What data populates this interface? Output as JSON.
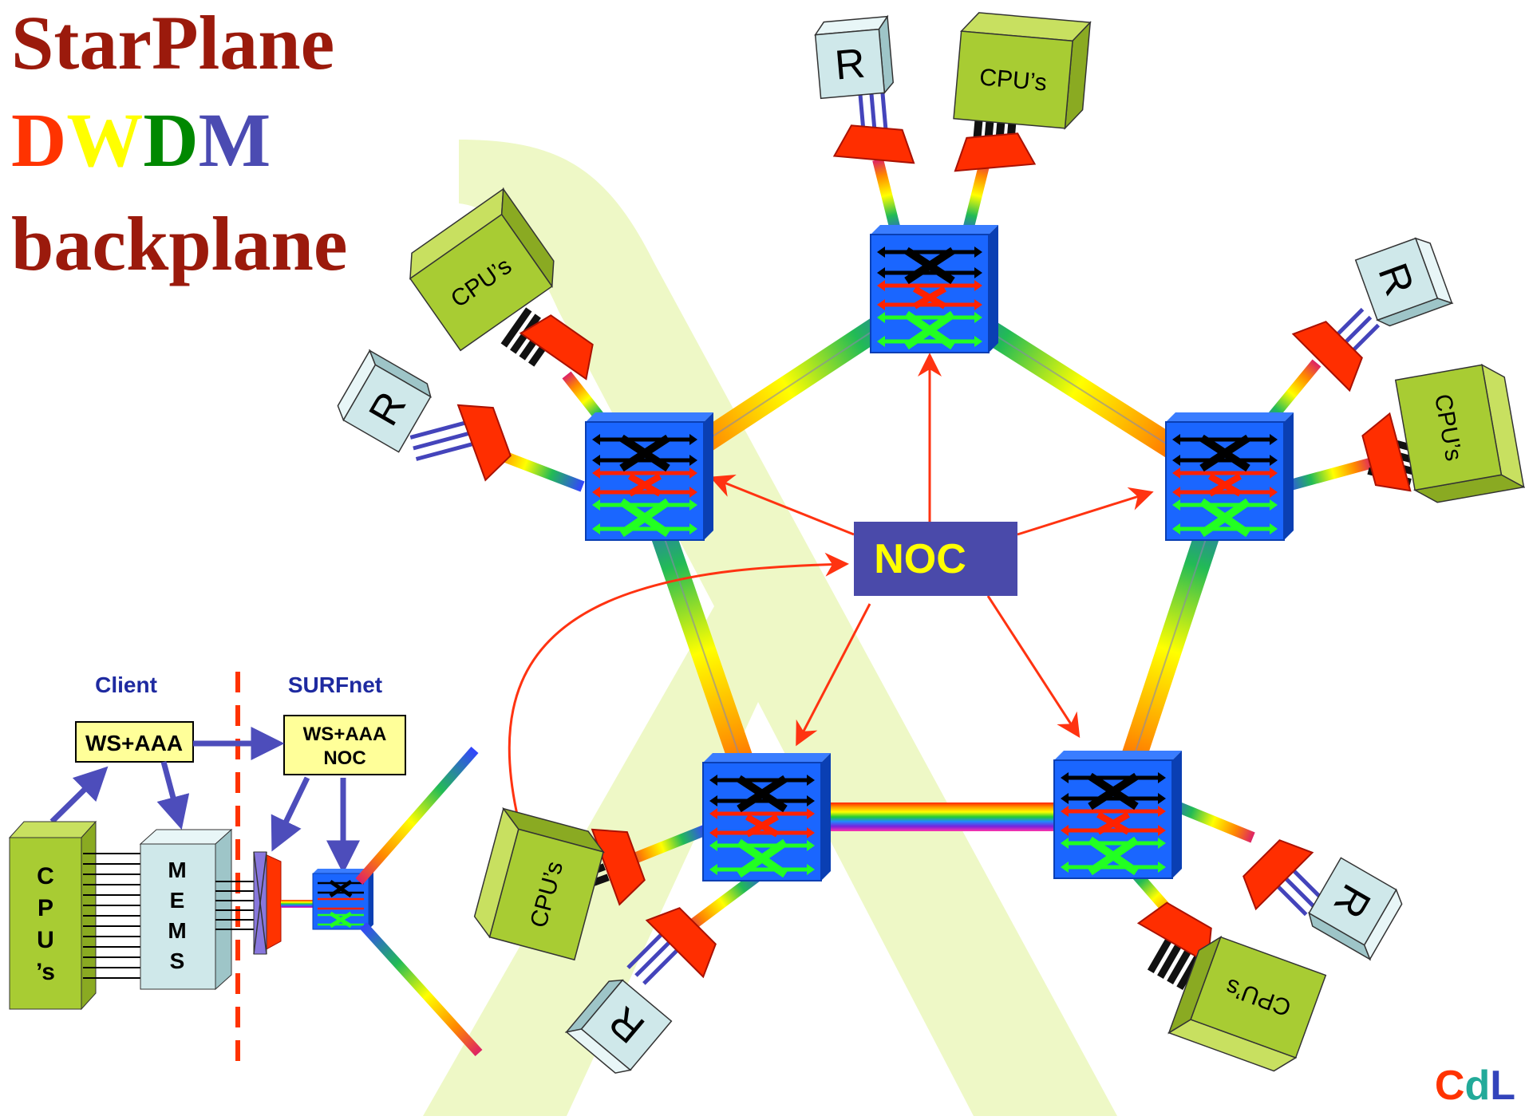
{
  "title": {
    "line1": "StarPlane",
    "dwdm_letters": [
      {
        "ch": "D",
        "color": "#ff3300"
      },
      {
        "ch": "W",
        "color": "#ffff00"
      },
      {
        "ch": "D",
        "color": "#008800"
      },
      {
        "ch": "M",
        "color": "#4b4bb2"
      }
    ],
    "line3": "backplane"
  },
  "noc_label": "NOC",
  "noc_box_color": "#4a4aaa",
  "noc_text_color": "#ffff00",
  "arrow_color": "#ff3311",
  "switch_color": "#1a66ff",
  "cpu_color": "#a8cc33",
  "router_color": "#cfe8ea",
  "mux_color": "#ff2e00",
  "cpu_label": "CPU’s",
  "router_label": "R",
  "inset": {
    "client_label": "Client",
    "surfnet_label": "SURFnet",
    "ws_client": "WS+AAA",
    "ws_surfnet_line1": "WS+AAA",
    "ws_surfnet_line2": "NOC",
    "cpu_vertical": [
      "C",
      "P",
      "U",
      "’s"
    ],
    "mems_vertical": [
      "M",
      "E",
      "M",
      "S"
    ],
    "label_color": "#1e2aa0",
    "box_color": "#ffff99"
  },
  "logo": {
    "letters": [
      {
        "ch": "C",
        "color": "#ff3300"
      },
      {
        "ch": "d",
        "color": "#22aa99"
      },
      {
        "ch": "L",
        "color": "#3344bb"
      }
    ]
  }
}
